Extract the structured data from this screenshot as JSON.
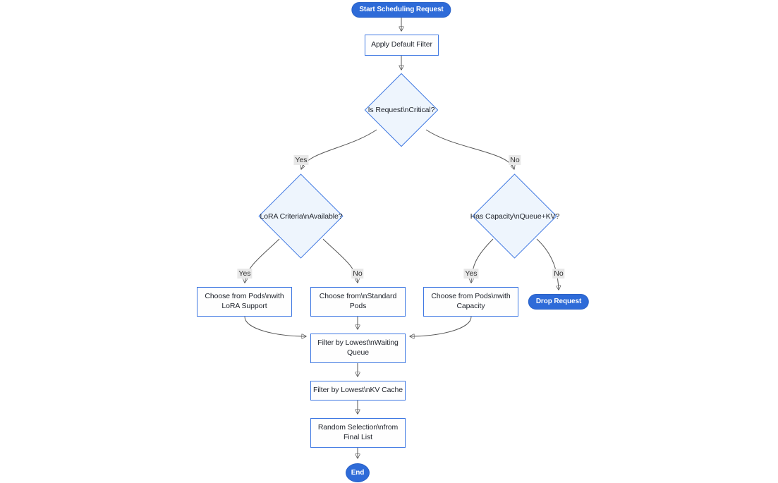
{
  "diagram": {
    "title": "Scheduling request flowchart",
    "nodes": {
      "start": {
        "label": "Start Scheduling Request",
        "shape": "pill"
      },
      "apply_filter": {
        "label": "Apply Default Filter",
        "shape": "rect"
      },
      "is_critical": {
        "label": "Is Request\\nCritical?",
        "shape": "diamond"
      },
      "lora_criteria": {
        "label": "LoRA Criteria\\nAvailable?",
        "shape": "diamond"
      },
      "has_capacity": {
        "label": "Has Capacity\\nQueue+KV?",
        "shape": "diamond"
      },
      "choose_lora": {
        "label": "Choose from Pods\\nwith\nLoRA Support",
        "shape": "rect"
      },
      "choose_std": {
        "label": "Choose from\\nStandard\nPods",
        "shape": "rect"
      },
      "choose_cap": {
        "label": "Choose from Pods\\nwith\nCapacity",
        "shape": "rect"
      },
      "drop": {
        "label": "Drop Request",
        "shape": "pill"
      },
      "filter_queue": {
        "label": "Filter by Lowest\\nWaiting\nQueue",
        "shape": "rect"
      },
      "filter_kv": {
        "label": "Filter by Lowest\\nKV Cache",
        "shape": "rect"
      },
      "random_sel": {
        "label": "Random Selection\\nfrom\nFinal List",
        "shape": "rect"
      },
      "end": {
        "label": "End",
        "shape": "circle"
      }
    },
    "edge_labels": {
      "crit_yes": "Yes",
      "crit_no": "No",
      "lora_yes": "Yes",
      "lora_no": "No",
      "cap_yes": "Yes",
      "cap_no": "No"
    },
    "colors": {
      "accent": "#2e6bd8",
      "node-border": "#4079e2",
      "diamond-fill": "#eef5fd",
      "edge": "#555555",
      "label-bg": "#e8e8e8",
      "text": "#22262e"
    }
  }
}
